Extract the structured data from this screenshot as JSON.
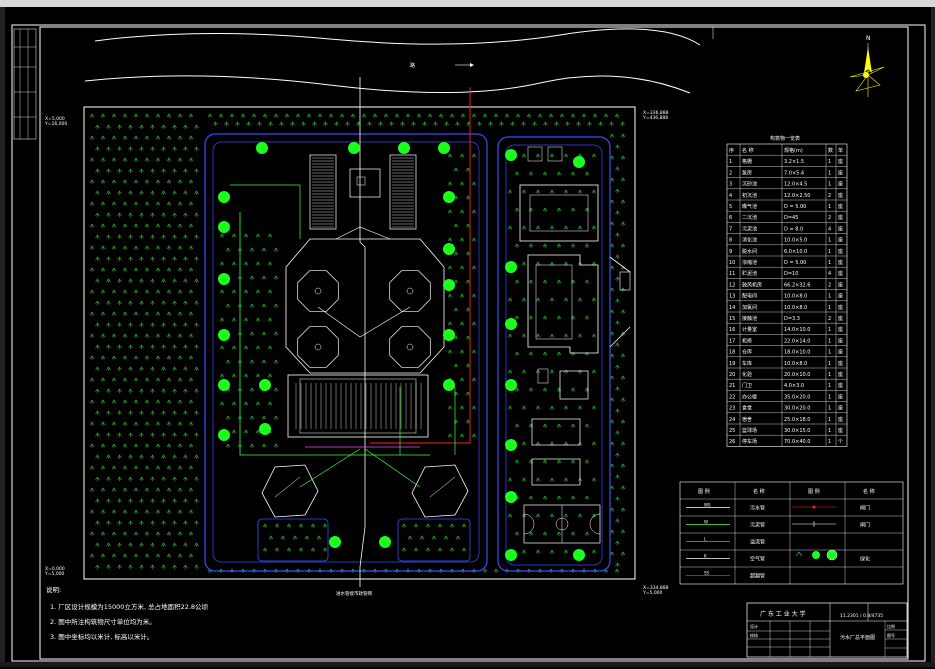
{
  "window": {
    "title": ""
  },
  "north_arrow": {
    "label": "N"
  },
  "road_label": "路",
  "corner_coords": {
    "top_left": "X=5,000\nY=16,000",
    "top_right": "X=336,888\nY=436,888",
    "bottom_left": "X=0,000\nY=5,000",
    "bottom_right": "X=334,888\nY=5,000"
  },
  "structure_table": {
    "title": "构筑物一览表",
    "headers": [
      "序",
      "名 称",
      "规格(m)",
      "数",
      "单"
    ],
    "rows": [
      [
        "1",
        "格栅",
        "3.2×1.5",
        "1",
        "座"
      ],
      [
        "2",
        "泵房",
        "7.0×5.4",
        "1",
        "座"
      ],
      [
        "3",
        "沉砂池",
        "12.0×4.5",
        "1",
        "座"
      ],
      [
        "4",
        "初沉池",
        "12.0×2.50",
        "2",
        "座"
      ],
      [
        "5",
        "曝气池",
        "D = 5.00",
        "1",
        "座"
      ],
      [
        "6",
        "二沉池",
        "D=45",
        "2",
        "座"
      ],
      [
        "7",
        "污泥池",
        "D = 8.0",
        "4",
        "座"
      ],
      [
        "8",
        "消化池",
        "10.0×5.0",
        "1",
        "座"
      ],
      [
        "9",
        "脱水间",
        "6.0×10.0",
        "1",
        "座"
      ],
      [
        "10",
        "浓缩池",
        "D = 5.00",
        "1",
        "座"
      ],
      [
        "11",
        "贮泥池",
        "D=10",
        "4",
        "座"
      ],
      [
        "12",
        "鼓风机房",
        "66.2×32.6",
        "2",
        "座"
      ],
      [
        "13",
        "配电间",
        "10.0×8.0",
        "1",
        "座"
      ],
      [
        "14",
        "加氯间",
        "10.0×8.0",
        "1",
        "座"
      ],
      [
        "15",
        "接触池",
        "D=3.3",
        "2",
        "座"
      ],
      [
        "16",
        "计量室",
        "14.0×10.0",
        "1",
        "座"
      ],
      [
        "17",
        "机修",
        "22.0×14.0",
        "1",
        "座"
      ],
      [
        "18",
        "仓库",
        "18.0×10.0",
        "1",
        "座"
      ],
      [
        "19",
        "车库",
        "10.0×8.0",
        "1",
        "座"
      ],
      [
        "20",
        "化验",
        "20.0×10.0",
        "1",
        "座"
      ],
      [
        "21",
        "门卫",
        "4.0×3.0",
        "1",
        "座"
      ],
      [
        "22",
        "办公楼",
        "35.0×20.0",
        "1",
        "座"
      ],
      [
        "23",
        "食堂",
        "30.0×20.0",
        "1",
        "座"
      ],
      [
        "24",
        "宿舍",
        "25.0×18.0",
        "1",
        "座"
      ],
      [
        "25",
        "篮球场",
        "30.0×15.0",
        "1",
        "座"
      ],
      [
        "26",
        "停车场",
        "70.0×40.0",
        "1",
        "个"
      ]
    ]
  },
  "legend": {
    "headers": [
      "图 例",
      "名 称",
      "图 例",
      "名 称"
    ],
    "rows": [
      {
        "sym1": "WS",
        "name1": "污水管",
        "sym2": "",
        "name2": "阀门"
      },
      {
        "sym1": "W",
        "name1": "污泥管",
        "sym2": "",
        "name2": "闸门"
      },
      {
        "sym1": "L",
        "name1": "溢流管",
        "sym2": "",
        "name2": ""
      },
      {
        "sym1": "K",
        "name1": "空气管",
        "sym2": "",
        "name2": "绿化"
      },
      {
        "sym1": "SS",
        "name1": "超越管",
        "sym2": "",
        "name2": ""
      }
    ]
  },
  "notes": {
    "heading": "说明:",
    "items": [
      "1. 厂区设计规模为15000立方米, 总占地面积22.8公顷",
      "2. 图中所注构筑物尺寸单位均为米。",
      "3. 图中坐标均以米计, 标高以米计。"
    ]
  },
  "title_block": {
    "school": "广 东 工 业 大 学",
    "drawing_no": "11.2301 / 0.8/4735",
    "drawing_name": "污水厂总平面图",
    "design": "设计",
    "check": "校核",
    "scale": "比例",
    "sheet": "图号"
  },
  "inlet_label": "进水管接市政管网"
}
